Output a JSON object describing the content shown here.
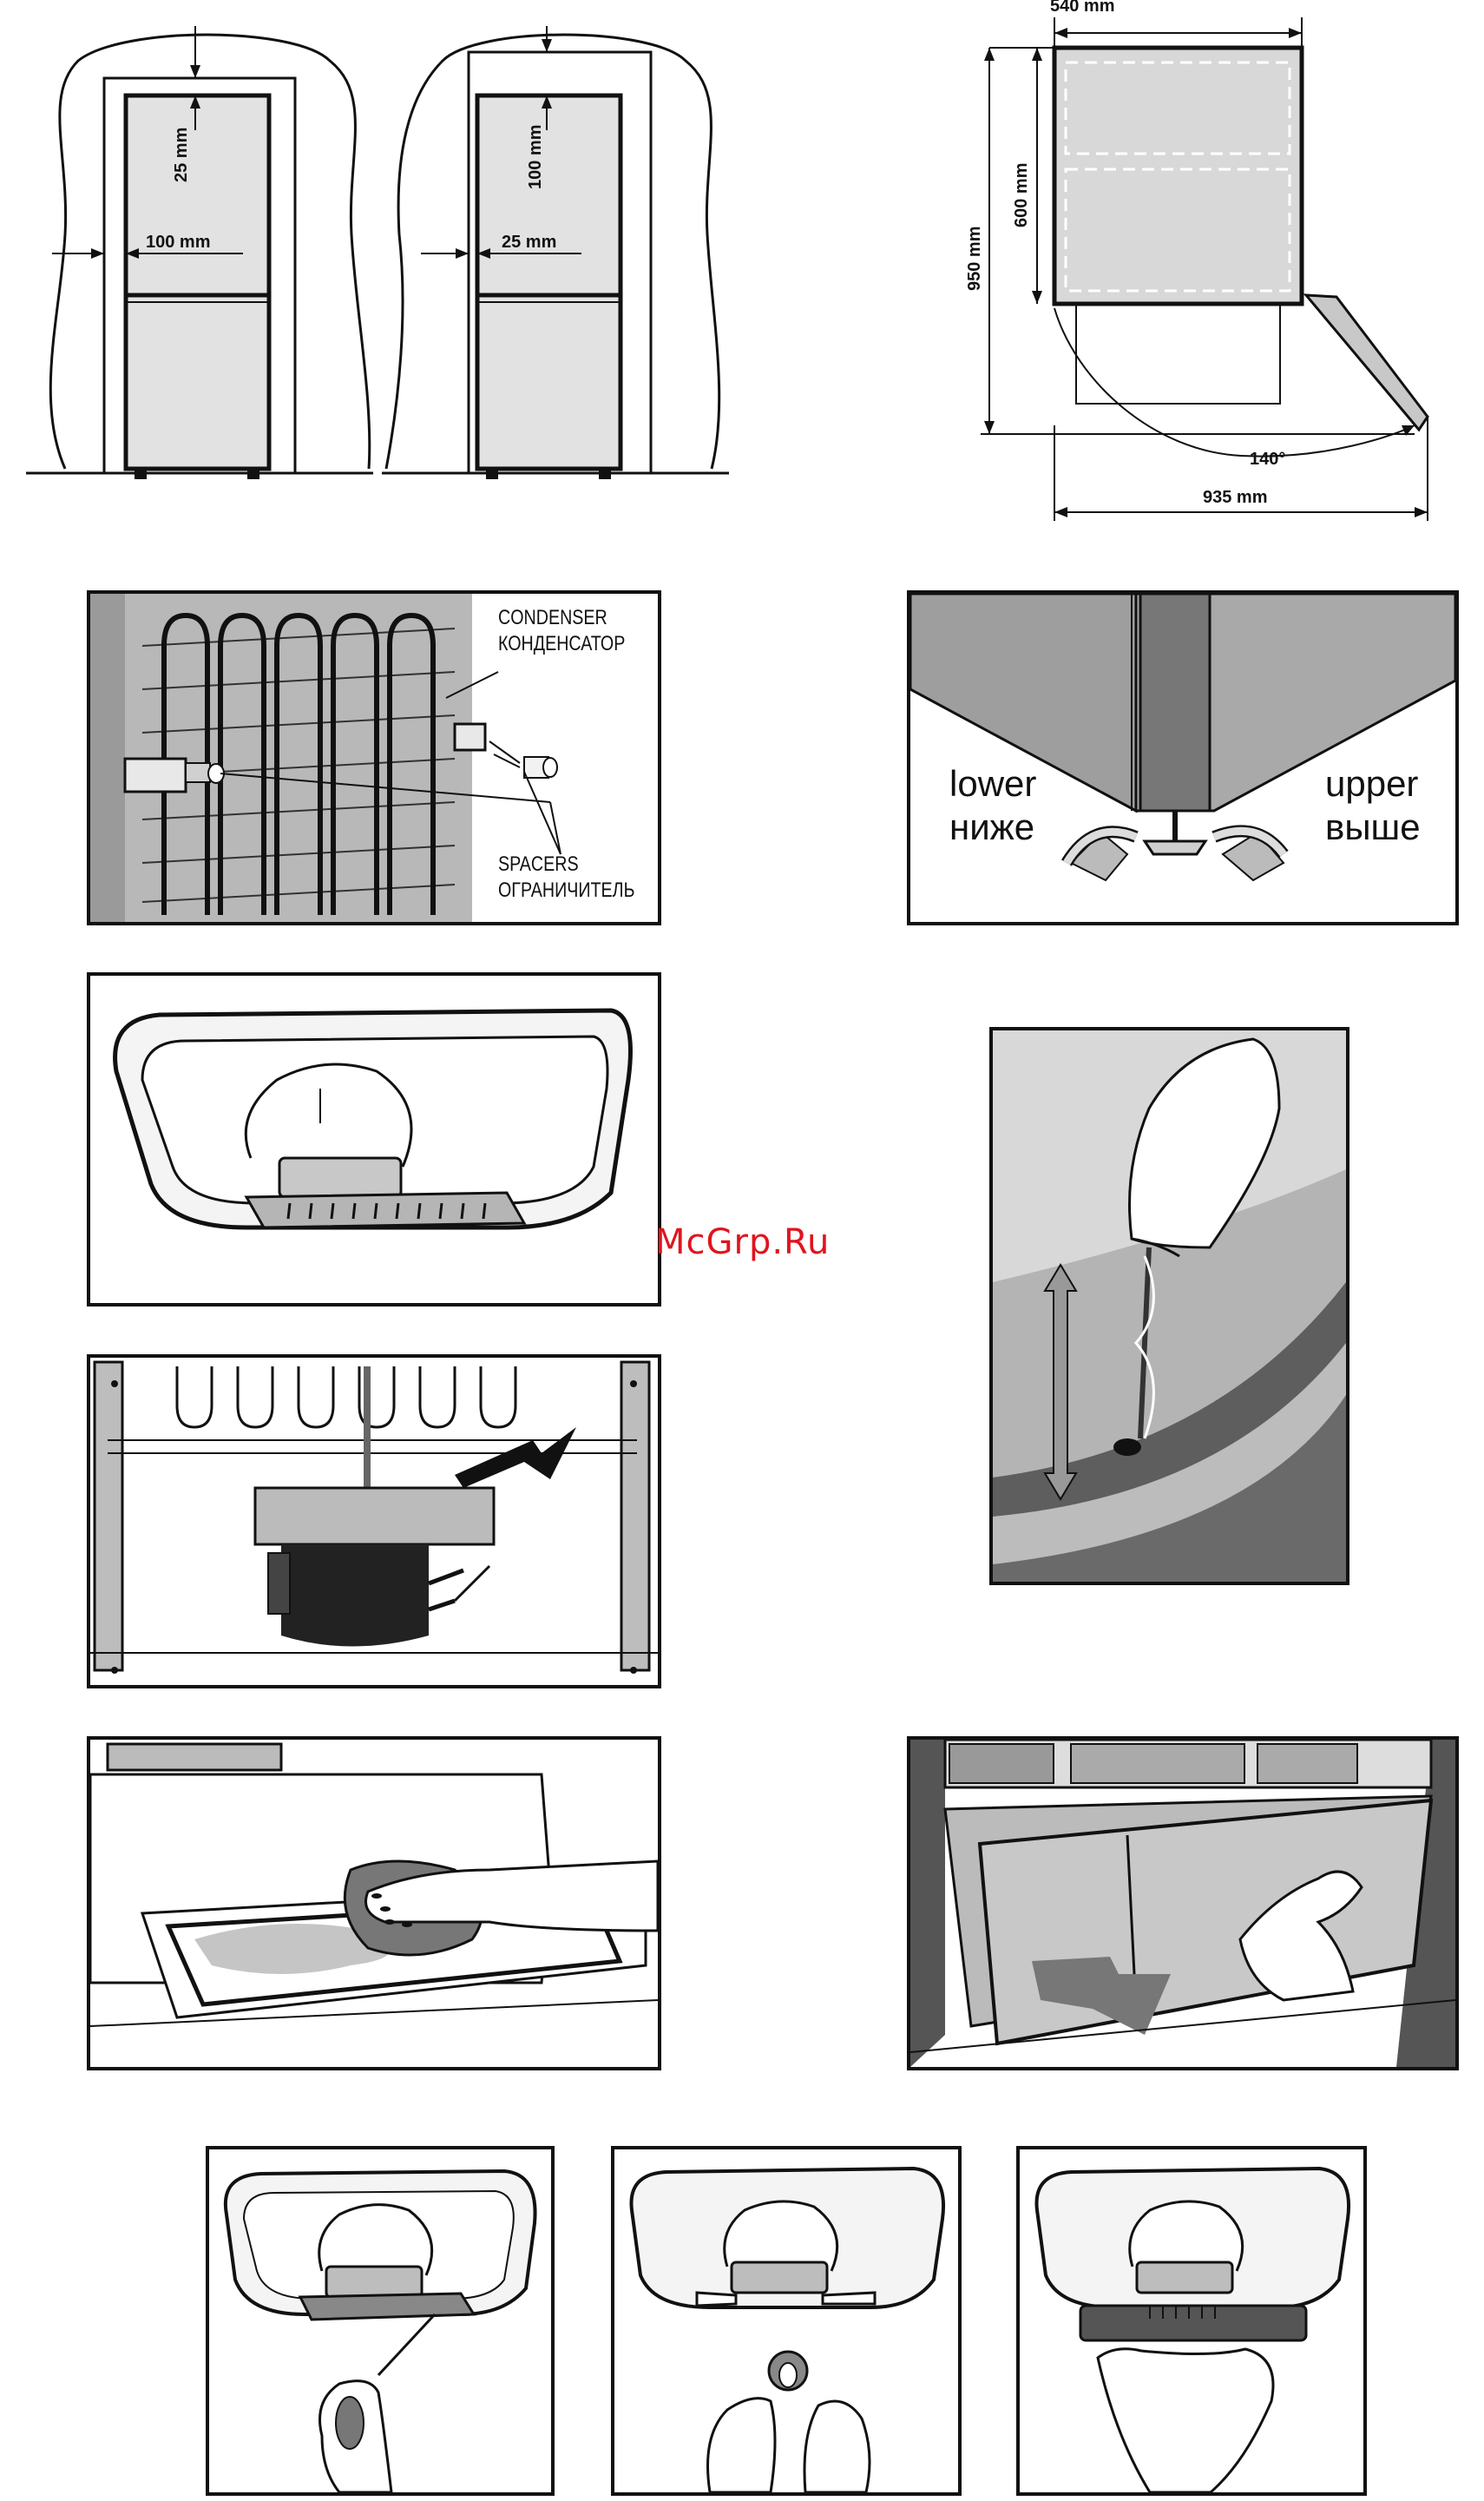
{
  "clearance": {
    "left": {
      "top_gap": "25 mm",
      "side_gap": "100 mm"
    },
    "right": {
      "top_gap": "100 mm",
      "side_gap": "25 mm"
    }
  },
  "dimensions": {
    "width": "540 mm",
    "depth": "600 mm",
    "depth_with_door": "950 mm",
    "door_angle": "140°",
    "width_with_door": "935 mm"
  },
  "condenser": {
    "condenser_en": "CONDENSER",
    "condenser_ru": "КОНДЕНСАТОР",
    "spacers_en": "SPACERS",
    "spacers_ru": "ОГРАНИЧИТЕЛЬ"
  },
  "feet": {
    "lower_en": "lower",
    "lower_ru": "ниже",
    "upper_en": "upper",
    "upper_ru": "выше"
  },
  "watermark": "McGrp.Ru"
}
